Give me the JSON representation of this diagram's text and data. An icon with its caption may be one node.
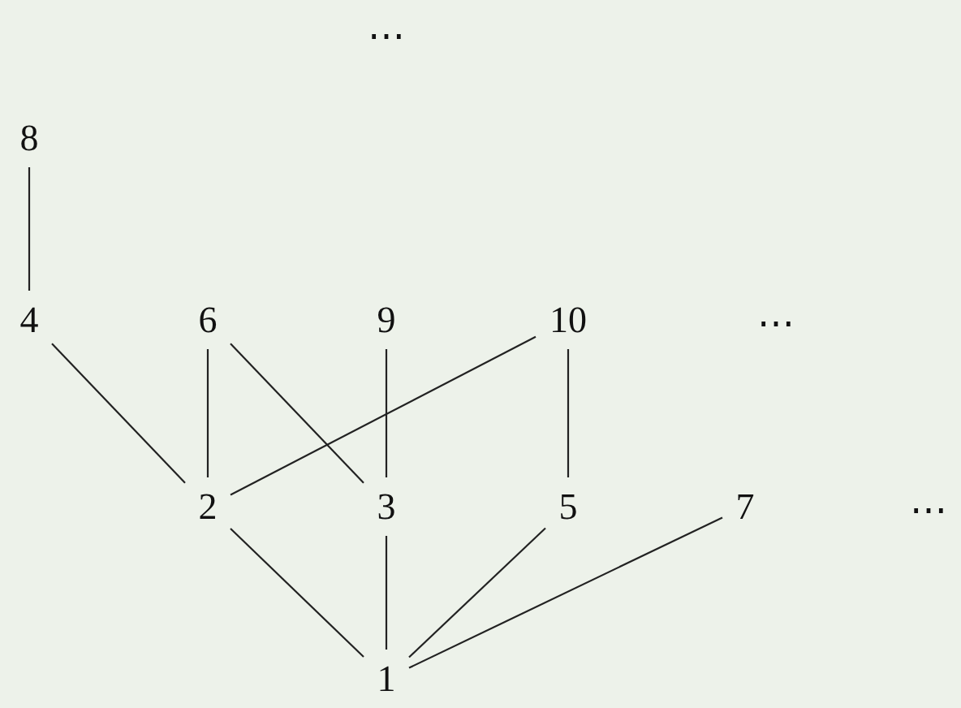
{
  "diagram": {
    "nodes": [
      {
        "text": [
          "8"
        ]
      },
      {
        "text": [
          "4"
        ]
      },
      {
        "text": [
          "6"
        ]
      },
      {
        "text": [
          "9"
        ]
      },
      {
        "text": [
          "10"
        ]
      },
      {
        "text": [
          "2"
        ]
      },
      {
        "text": [
          "3"
        ]
      },
      {
        "text": [
          "5"
        ]
      },
      {
        "text": [
          "7"
        ]
      },
      {
        "text": [
          "1"
        ]
      }
    ],
    "edges": [
      {
        "from": 0,
        "to": 1,
        "arrow": "none"
      },
      {
        "from": 1,
        "to": 5,
        "arrow": "none"
      },
      {
        "from": 2,
        "to": 5,
        "arrow": "none"
      },
      {
        "from": 2,
        "to": 6,
        "arrow": "none"
      },
      {
        "from": 3,
        "to": 6,
        "arrow": "none"
      },
      {
        "from": 4,
        "to": 5,
        "arrow": "none"
      },
      {
        "from": 4,
        "to": 7,
        "arrow": "none"
      },
      {
        "from": 5,
        "to": 9,
        "arrow": "none"
      },
      {
        "from": 6,
        "to": 9,
        "arrow": "none"
      },
      {
        "from": 7,
        "to": 9,
        "arrow": "none"
      },
      {
        "from": 8,
        "to": 9,
        "arrow": "none"
      }
    ],
    "labels": [
      "⋯",
      "⋯",
      "⋯"
    ]
  }
}
